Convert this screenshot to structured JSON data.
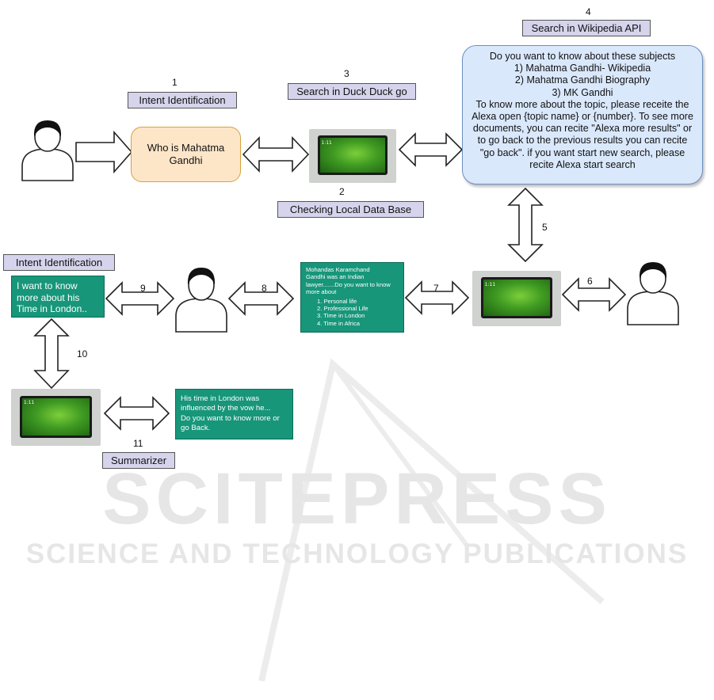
{
  "labels": {
    "intent_top": "Intent Identification",
    "duck": "Search in Duck Duck go",
    "wiki": "Search in Wikipedia API",
    "local_db": "Checking Local Data Base",
    "intent_left": "Intent Identification",
    "summarizer": "Summarizer"
  },
  "numbers": {
    "n1": "1",
    "n2": "2",
    "n3": "3",
    "n4": "4",
    "n5": "5",
    "n6": "6",
    "n7": "7",
    "n8": "8",
    "n9": "9",
    "n10": "10",
    "n11": "11"
  },
  "query": {
    "line1": "Who is Mahatma",
    "line2": "Gandhi"
  },
  "wiki_response": {
    "intro": "Do you want to know about these subjects",
    "option1": "1) Mahatma Gandhi- Wikipedia",
    "option2": "2) Mahatma Gandhi Biography",
    "option3": "3) MK Gandhi",
    "lines": [
      "To know more about the topic, please receite the",
      "Alexa open {topic name} or {number}. To see more",
      "documents, you can recite \"Alexa more results\" or",
      "to go back to the previous results you can recite",
      "\"go back\". if you want start new search, please",
      "recite Alexa start search"
    ]
  },
  "summary_box": {
    "lines": [
      "Mohandas Karamchand",
      "Gandhi was an Indian",
      "lawyer.......Do you want to know",
      "more about"
    ],
    "topics": [
      "1.    Personal life",
      "2.    Professional Life",
      "3.    Time in London",
      "4.    Time in Africa"
    ]
  },
  "followup": {
    "line1": "I want to know",
    "line2": "more about his",
    "line3": "Time in London.."
  },
  "london": {
    "line1": "His time in London was",
    "line2": "influenced by the vow he...",
    "line3": "Do you want to know more or",
    "line4": "go Back."
  },
  "device_clock": "1:11",
  "watermark": {
    "main": "SCITEPRESS",
    "sub": "SCIENCE AND TECHNOLOGY PUBLICATIONS"
  },
  "colors": {
    "orange_fill": "#fde5c8",
    "blue_fill": "#dae8fc",
    "green_fill": "#17967a",
    "label_fill": "#d6d4ec"
  }
}
